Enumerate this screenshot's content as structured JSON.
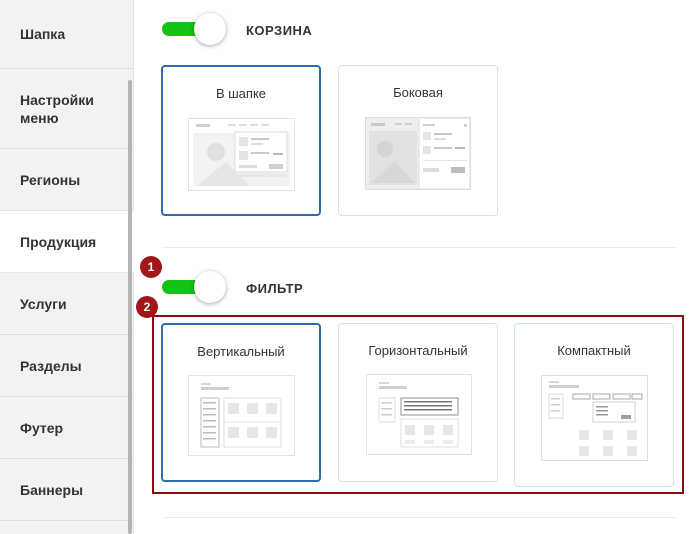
{
  "sidebar": {
    "items": [
      {
        "label": "Шапка"
      },
      {
        "label": "Настройки меню"
      },
      {
        "label": "Регионы"
      },
      {
        "label": "Продукция"
      },
      {
        "label": "Услуги"
      },
      {
        "label": "Разделы"
      },
      {
        "label": "Футер"
      },
      {
        "label": "Баннеры"
      }
    ],
    "active_item": "Продукция"
  },
  "basket": {
    "title": "КОРЗИНА",
    "enabled": true,
    "options": [
      {
        "label": "В шапке",
        "selected": true
      },
      {
        "label": "Боковая",
        "selected": false
      }
    ]
  },
  "filter": {
    "title": "ФИЛЬТР",
    "enabled": true,
    "options": [
      {
        "label": "Вертикальный",
        "selected": true
      },
      {
        "label": "Горизонтальный",
        "selected": false
      },
      {
        "label": "Компактный",
        "selected": false
      }
    ]
  },
  "annotations": {
    "badge1": "1",
    "badge2": "2"
  },
  "colors": {
    "toggle_on": "#13c213",
    "selected_border": "#2f6db1",
    "annotation": "#a11616"
  }
}
